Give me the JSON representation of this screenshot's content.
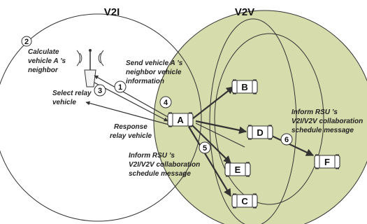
{
  "titles": {
    "left": "V2I",
    "right": "V2V"
  },
  "steps": [
    {
      "num": "1",
      "lines": [
        "Send vehicle A ’s",
        "neighbor vehicle",
        "information"
      ]
    },
    {
      "num": "2",
      "lines": [
        "Calculate",
        "vehicle A ’s",
        "neighbor"
      ]
    },
    {
      "num": "3",
      "lines": [
        "Select relay",
        "vehicle"
      ]
    },
    {
      "num": "4",
      "lines": [
        "Response",
        "relay vehicle"
      ]
    },
    {
      "num": "5",
      "lines": [
        "Inform RSU ’s",
        "V2I/V2V collaboration",
        "schedule message"
      ]
    },
    {
      "num": "6",
      "lines": [
        "Inform RSU ’s",
        "V2I/V2V collaboration",
        "schedule message"
      ]
    }
  ],
  "vehicles": [
    "A",
    "B",
    "C",
    "D",
    "E",
    "F"
  ],
  "colors": {
    "v2v_fill": "#d6dcab",
    "stroke": "#333333"
  }
}
